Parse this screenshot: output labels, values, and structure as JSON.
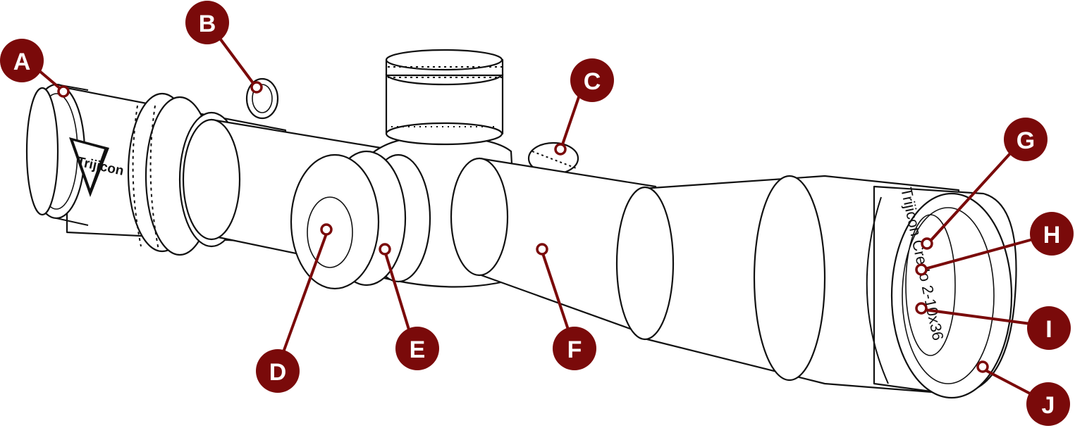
{
  "diagram": {
    "brand_logo_text": "Trijicon",
    "model_text": "Trijicon Credo 2-10x36",
    "colors": {
      "callout": "#7a0a0a",
      "line": "#111111",
      "background": "#ffffff"
    },
    "callouts": [
      {
        "id": "a",
        "label": "A"
      },
      {
        "id": "b",
        "label": "B"
      },
      {
        "id": "c",
        "label": "C"
      },
      {
        "id": "d",
        "label": "D"
      },
      {
        "id": "e",
        "label": "E"
      },
      {
        "id": "f",
        "label": "F"
      },
      {
        "id": "g",
        "label": "G"
      },
      {
        "id": "h",
        "label": "H"
      },
      {
        "id": "i",
        "label": "I"
      },
      {
        "id": "j",
        "label": "J"
      }
    ]
  }
}
